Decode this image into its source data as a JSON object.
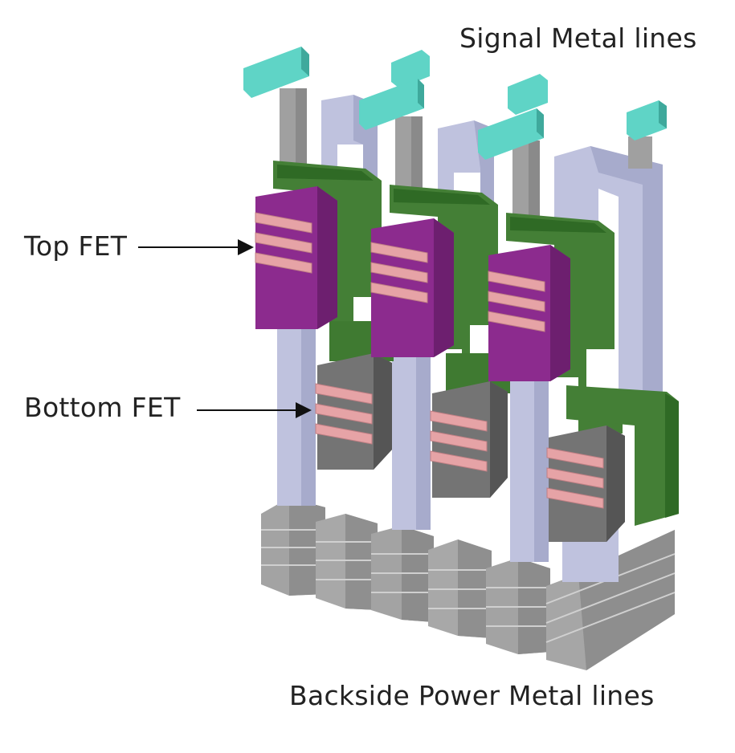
{
  "labels": {
    "signal_metal": "Signal Metal lines",
    "top_fet": "Top FET",
    "bottom_fet": "Bottom FET",
    "backside_power": "Backside Power Metal lines"
  },
  "colors": {
    "signal_metal": "#5fd4c6",
    "via": "#9a9a9a",
    "interconnect": "#bcc0dc",
    "gate_green": "#3f8a33",
    "top_fet": "#8a2a8c",
    "bottom_fet": "#6d6d6d",
    "channel": "#e6a3a6",
    "power_rail": "#a9a9a9",
    "text": "#222222"
  }
}
